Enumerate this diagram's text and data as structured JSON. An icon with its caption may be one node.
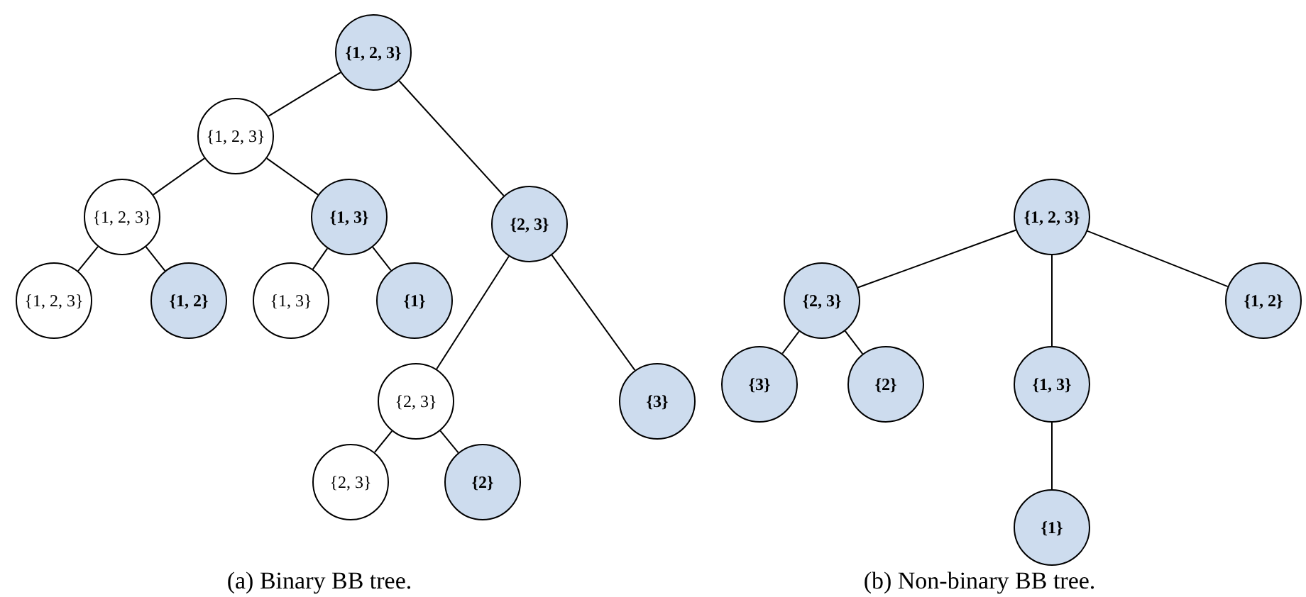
{
  "diagram": {
    "nodes": [
      {
        "text": [
          "{1, 2, 3}"
        ]
      },
      {
        "text": [
          "{1, 2, 3}"
        ]
      },
      {
        "text": [
          "{1, 2, 3}"
        ]
      },
      {
        "text": [
          "{1, 3}"
        ]
      },
      {
        "text": [
          "{2, 3}"
        ]
      },
      {
        "text": [
          "{1, 2, 3}"
        ]
      },
      {
        "text": [
          "{1, 2}"
        ]
      },
      {
        "text": [
          "{1, 3}"
        ]
      },
      {
        "text": [
          "{1}"
        ]
      },
      {
        "text": [
          "{2, 3}"
        ]
      },
      {
        "text": [
          "{3}"
        ]
      },
      {
        "text": [
          "{2, 3}"
        ]
      },
      {
        "text": [
          "{2}"
        ]
      },
      {
        "text": [
          "{1, 2, 3}"
        ]
      },
      {
        "text": [
          "{2, 3}"
        ]
      },
      {
        "text": [
          "{1, 3}"
        ]
      },
      {
        "text": [
          "{1, 2}"
        ]
      },
      {
        "text": [
          "{3}"
        ]
      },
      {
        "text": [
          "{2}"
        ]
      },
      {
        "text": [
          "{1}"
        ]
      }
    ],
    "edges": [
      {
        "from": 0,
        "to": 1,
        "arrow": "none"
      },
      {
        "from": 0,
        "to": 4,
        "arrow": "none"
      },
      {
        "from": 1,
        "to": 2,
        "arrow": "none"
      },
      {
        "from": 1,
        "to": 3,
        "arrow": "none"
      },
      {
        "from": 2,
        "to": 5,
        "arrow": "none"
      },
      {
        "from": 2,
        "to": 6,
        "arrow": "none"
      },
      {
        "from": 3,
        "to": 7,
        "arrow": "none"
      },
      {
        "from": 3,
        "to": 8,
        "arrow": "none"
      },
      {
        "from": 4,
        "to": 9,
        "arrow": "none"
      },
      {
        "from": 4,
        "to": 10,
        "arrow": "none"
      },
      {
        "from": 9,
        "to": 11,
        "arrow": "none"
      },
      {
        "from": 9,
        "to": 12,
        "arrow": "none"
      },
      {
        "from": 13,
        "to": 14,
        "arrow": "none"
      },
      {
        "from": 13,
        "to": 15,
        "arrow": "none"
      },
      {
        "from": 13,
        "to": 16,
        "arrow": "none"
      },
      {
        "from": 14,
        "to": 17,
        "arrow": "none"
      },
      {
        "from": 14,
        "to": 18,
        "arrow": "none"
      },
      {
        "from": 15,
        "to": 19,
        "arrow": "none"
      }
    ],
    "labels": [
      "(a) Binary BB tree.",
      "(b) Non-binary BB tree."
    ]
  }
}
